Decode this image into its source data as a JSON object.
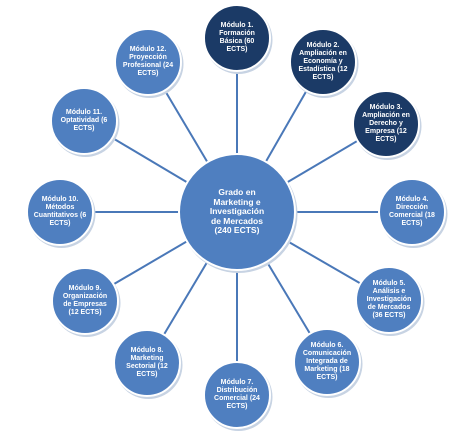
{
  "center": {
    "label": "Grado en\nMarketing e\nInvestigación\nde Mercados\n(240 ECTS)"
  },
  "modules": [
    {
      "id": "m1",
      "label": "Módulo 1.\nFormación\nBásica (60\nECTS)",
      "style": "dark"
    },
    {
      "id": "m2",
      "label": "Módulo 2.\nAmpliación en\nEconomía y\nEstadística (12\nECTS)",
      "style": "dark"
    },
    {
      "id": "m3",
      "label": "Módulo 3.\nAmpliación en\nDerecho y\nEmpresa (12\nECTS)",
      "style": "dark"
    },
    {
      "id": "m4",
      "label": "Módulo 4.\nDirección\nComercial (18\nECTS)",
      "style": "light"
    },
    {
      "id": "m5",
      "label": "Módulo 5.\nAnálisis e\nInvestigación\nde Mercados\n(36 ECTS)",
      "style": "light"
    },
    {
      "id": "m6",
      "label": "Módulo 6.\nComunicación\nIntegrada de\nMarketing (18\nECTS)",
      "style": "light"
    },
    {
      "id": "m7",
      "label": "Módulo 7.\nDistribución\nComercial (24\nECTS)",
      "style": "light"
    },
    {
      "id": "m8",
      "label": "Módulo 8.\nMarketing\nSectorial (12\nECTS)",
      "style": "light"
    },
    {
      "id": "m9",
      "label": "Módulo 9.\nOrganización\nde Empresas\n(12 ECTS)",
      "style": "light"
    },
    {
      "id": "m10",
      "label": "Módulo 10.\nMétodos\nCuantitativos (6\nECTS)",
      "style": "light"
    },
    {
      "id": "m11",
      "label": "Módulo 11.\nOptatividad (6\nECTS)",
      "style": "light"
    },
    {
      "id": "m12",
      "label": "Módulo 12.\nProyección\nProfesional (24\nECTS)",
      "style": "light"
    }
  ],
  "colors": {
    "dark_fill": "#1b3a66",
    "light_fill": "#4f7fc0",
    "node_stroke": "#ffffff",
    "connector": "#4a78b8",
    "shadow": "#c7d3e3"
  }
}
